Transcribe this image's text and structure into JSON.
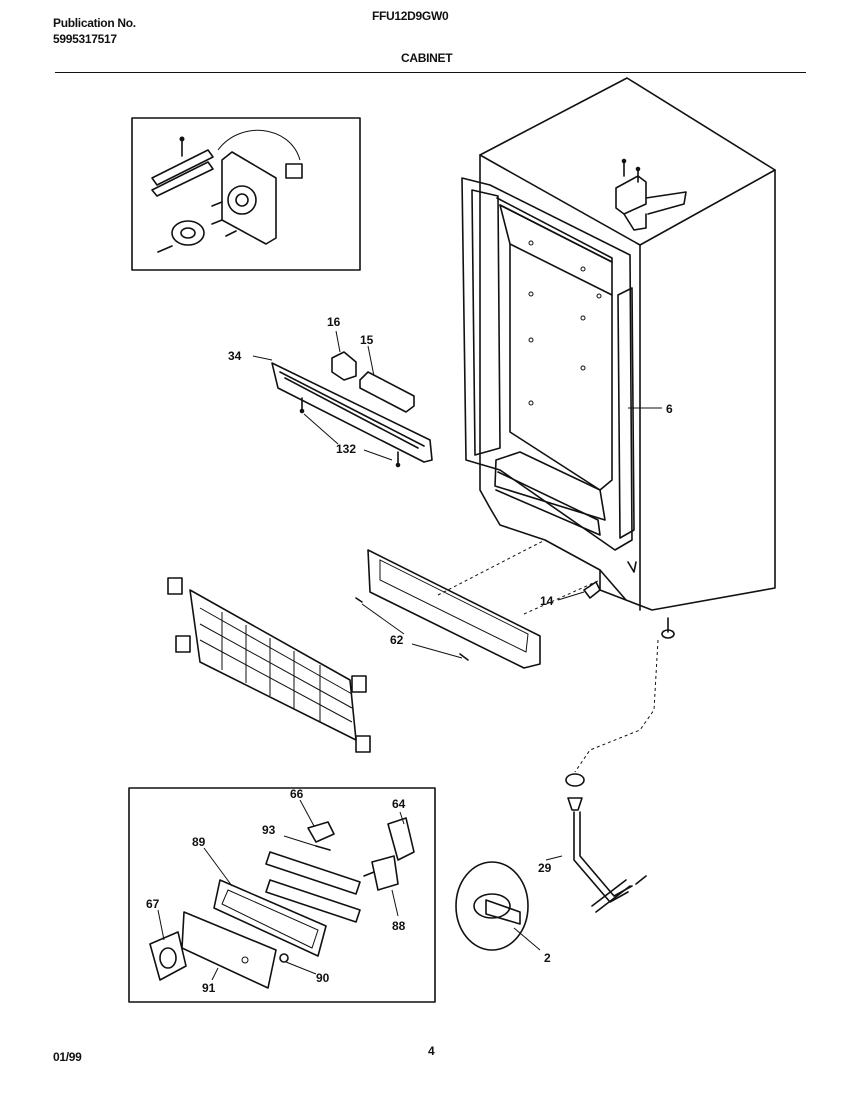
{
  "header": {
    "publication_label": "Publication No.",
    "publication_number": "5995317517",
    "model": "FFU12D9GW0",
    "section": "CABINET"
  },
  "footer": {
    "date": "01/99",
    "page": "4"
  },
  "callouts": {
    "c16": "16",
    "c15": "15",
    "c34": "34",
    "c132": "132",
    "c6": "6",
    "c14": "14",
    "c62": "62",
    "c66": "66",
    "c64": "64",
    "c93": "93",
    "c89": "89",
    "c67": "67",
    "c88": "88",
    "c90": "90",
    "c91": "91",
    "c29": "29",
    "c2": "2"
  }
}
